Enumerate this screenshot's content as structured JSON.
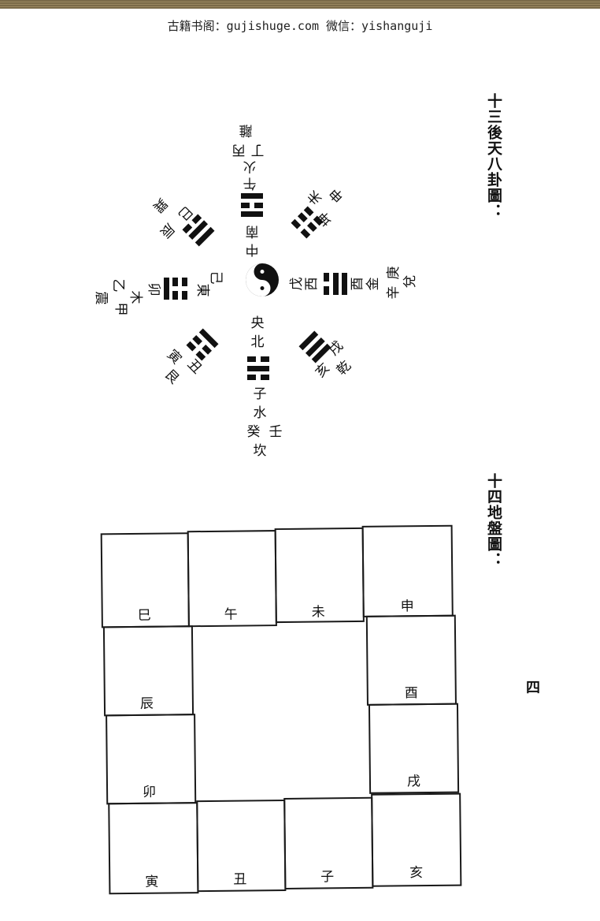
{
  "header": {
    "site": "古籍书阁：gujishuge.com 微信：yishanguji"
  },
  "titles": {
    "bagua": "十三後天八卦圖：",
    "dipan": "十四地盤圖："
  },
  "bagua": {
    "south": {
      "chars": [
        "離",
        "丁",
        "丙",
        "火",
        "午",
        "南",
        "中"
      ],
      "trigram": "離",
      "lines": [
        1,
        0,
        1
      ]
    },
    "north": {
      "chars": [
        "央",
        "北",
        "子",
        "水",
        "癸",
        "壬",
        "坎"
      ],
      "trigram": "坎",
      "lines": [
        0,
        1,
        0
      ]
    },
    "east": {
      "chars": [
        "己",
        "東",
        "卯",
        "木",
        "甲",
        "乙",
        "震"
      ],
      "trigram": "震",
      "lines": [
        0,
        0,
        1
      ]
    },
    "west": {
      "chars": [
        "戊",
        "西",
        "酉",
        "金",
        "庚",
        "辛",
        "兌"
      ],
      "trigram": "兌",
      "lines": [
        0,
        1,
        1
      ]
    },
    "southeast": {
      "chars": [
        "巳",
        "辰",
        "巽"
      ],
      "trigram": "巽",
      "lines": [
        1,
        1,
        0
      ]
    },
    "northeast": {
      "chars": [
        "丑",
        "寅",
        "艮"
      ],
      "trigram": "艮",
      "lines": [
        1,
        0,
        0
      ]
    },
    "southwest": {
      "chars": [
        "申",
        "未",
        "坤"
      ],
      "trigram": "坤",
      "lines": [
        0,
        0,
        0
      ]
    },
    "northwest": {
      "chars": [
        "戌",
        "亥",
        "乾"
      ],
      "trigram": "乾",
      "lines": [
        1,
        1,
        1
      ]
    }
  },
  "dipan": {
    "cells": [
      "巳",
      "午",
      "未",
      "申",
      "辰",
      "酉",
      "卯",
      "戌",
      "寅",
      "丑",
      "子",
      "亥"
    ]
  },
  "page_number": "四"
}
